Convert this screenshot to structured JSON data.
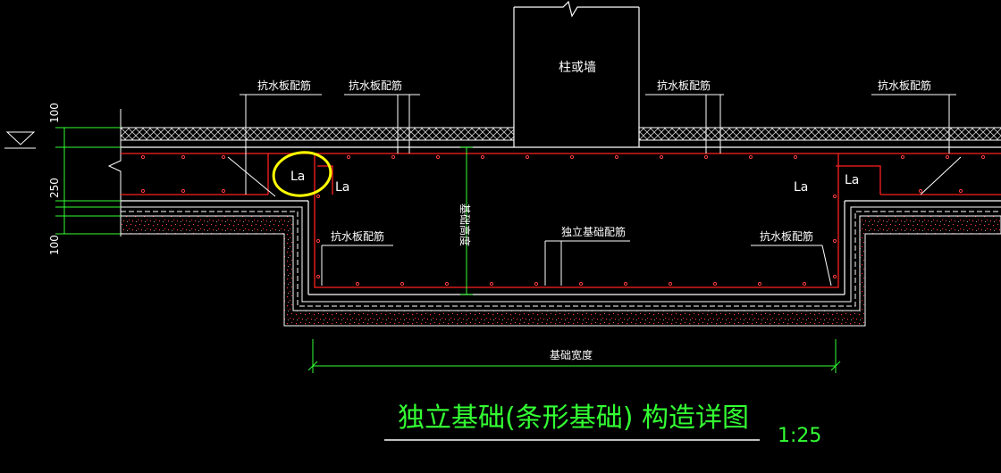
{
  "labels": {
    "column": "柱或墙",
    "rebar": "抗水板配筋",
    "found_rebar": "独立基础配筋",
    "height": "基础高度",
    "width": "基础宽度",
    "la": "La"
  },
  "dimensions": {
    "top": "100",
    "mid": "250",
    "bottom": "100"
  },
  "title": "独立基础(条形基础) 构造详图",
  "scale": "1:25",
  "colors": {
    "background": "#000000",
    "linework": "#ffffff",
    "rebar": "#ff2020",
    "dimension": "#33ff33",
    "concrete_fill": "#ff3030",
    "highlight": "#ffff00"
  }
}
